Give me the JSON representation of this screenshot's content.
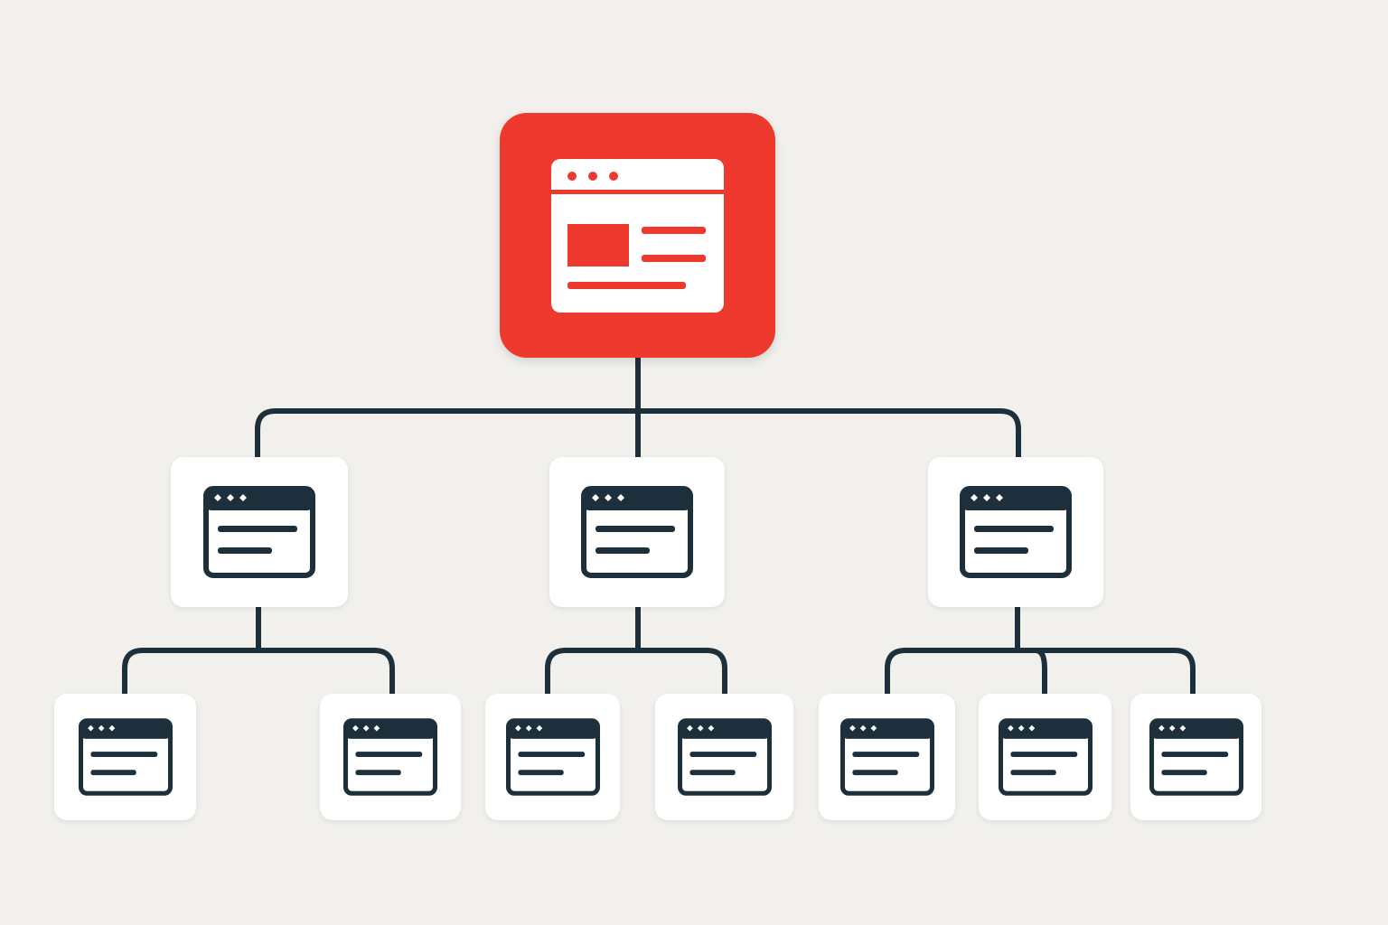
{
  "diagram": {
    "type": "hierarchy-tree",
    "colors": {
      "background": "#f1f0ec",
      "root": "#ee3a2e",
      "node": "#ffffff",
      "icon": "#1e2f3c",
      "connector": "#1e2f3c"
    },
    "root": {
      "icon": "browser-window-icon",
      "highlighted": true
    },
    "level2": [
      {
        "icon": "browser-window-icon",
        "children": 2
      },
      {
        "icon": "browser-window-icon",
        "children": 2
      },
      {
        "icon": "browser-window-icon",
        "children": 3
      }
    ],
    "level3_count": 7
  }
}
